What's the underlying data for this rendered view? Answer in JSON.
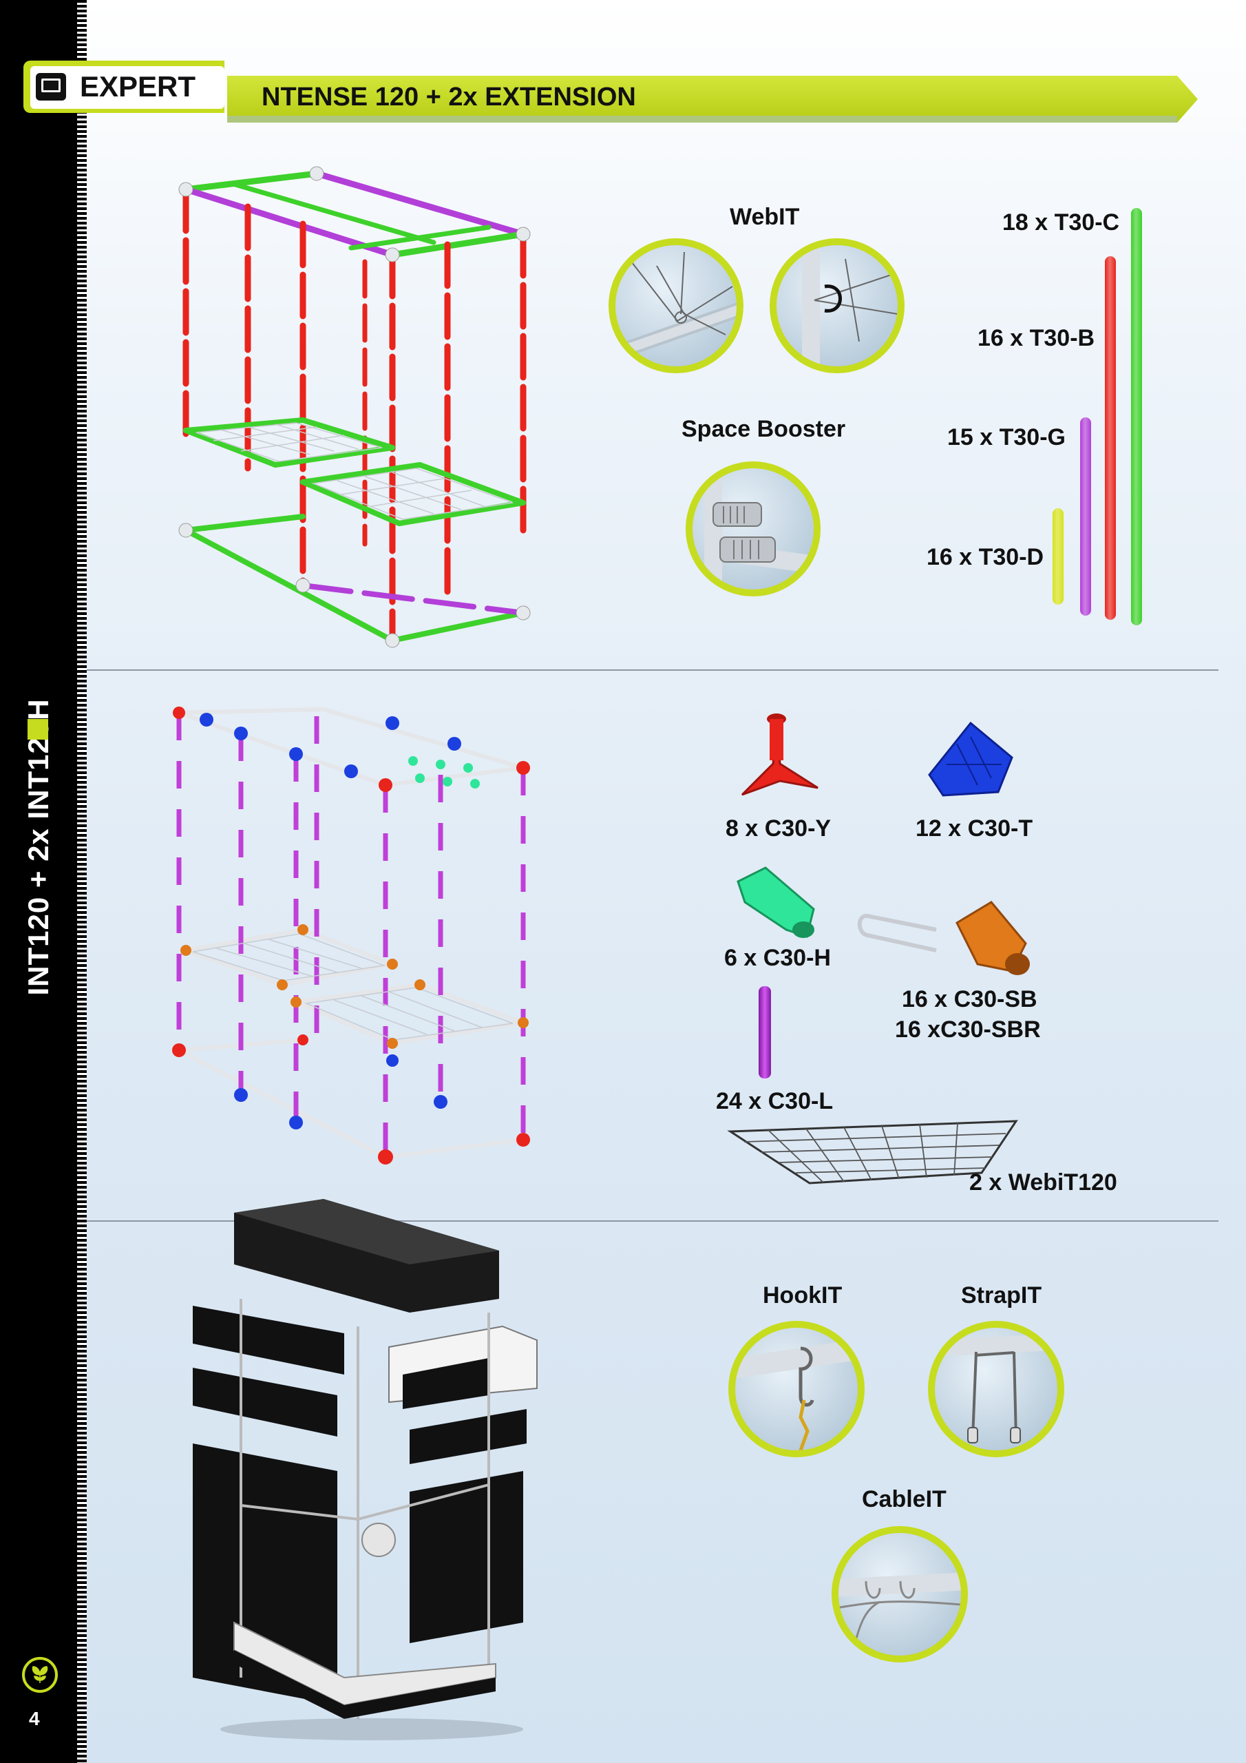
{
  "header": {
    "badge_label": "EXPERT",
    "title": "NTENSE 120 + 2x EXTENSION"
  },
  "sidebar": {
    "vertical_title": "INT120 + 2x INT120H",
    "page_number": "4"
  },
  "section1": {
    "webit_label": "WebIT",
    "space_booster_label": "Space Booster",
    "tubes": [
      {
        "label": "18 x T30-C",
        "color": "#3ed12b"
      },
      {
        "label": "16 x T30-B",
        "color": "#e8241c"
      },
      {
        "label": "15 x T30-G",
        "color": "#b23fd8"
      },
      {
        "label": "16 x T30-D",
        "color": "#d6e21a"
      }
    ]
  },
  "section2": {
    "parts": [
      {
        "label": "8 x C30-Y",
        "color": "#e8241c"
      },
      {
        "label": "12 x C30-T",
        "color": "#1c3fe0"
      },
      {
        "label": "6 x C30-H",
        "color": "#2fe59a"
      },
      {
        "label": "16 x C30-SB",
        "color": "#e07a1a"
      },
      {
        "label": "16 xC30-SBR",
        "color": "#e07a1a"
      },
      {
        "label": "24 x C30-L",
        "color": "#c03fd8"
      },
      {
        "label": "2 x WebiT120",
        "color": "#333333"
      }
    ]
  },
  "section3": {
    "hookit_label": "HookIT",
    "strapit_label": "StrapIT",
    "cableit_label": "CableIT"
  },
  "colors": {
    "accent": "#c6dc1e",
    "sidebar": "#000000"
  }
}
